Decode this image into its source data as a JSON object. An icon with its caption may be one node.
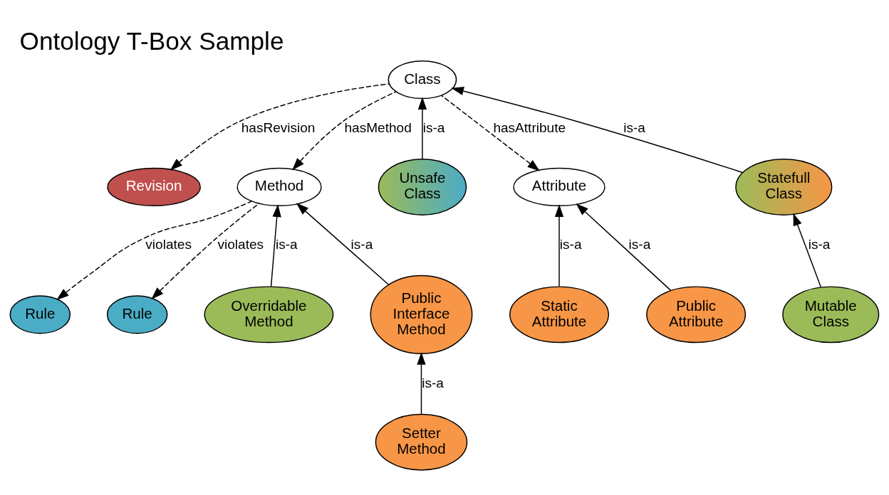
{
  "diagram": {
    "title": "Ontology T-Box Sample",
    "nodes": [
      {
        "text": [
          "Revision"
        ]
      },
      {
        "text": [
          "Class"
        ]
      },
      {
        "text": [
          "Method"
        ]
      },
      {
        "text": [
          "Rule"
        ]
      },
      {
        "text": [
          "Rule"
        ]
      },
      {
        "text": [
          "Unsafe Class"
        ]
      },
      {
        "text": [
          "Attribute"
        ]
      },
      {
        "text": [
          "Statefull Class"
        ]
      },
      {
        "text": [
          "Overridable Method"
        ]
      },
      {
        "text": [
          "Public Interface Method"
        ]
      },
      {
        "text": [
          "Mutable Class"
        ]
      },
      {
        "text": [
          "Static Attribute"
        ]
      },
      {
        "text": [
          "Public Attribute"
        ]
      },
      {
        "text": [
          "Setter Method"
        ]
      }
    ],
    "edges": [
      {
        "from": 1,
        "to": 0,
        "arrow": "to",
        "label": "hasRevision",
        "style": "dashed"
      },
      {
        "from": 1,
        "to": 2,
        "arrow": "to",
        "label": "hasMethod",
        "style": "dashed"
      },
      {
        "from": 2,
        "to": 3,
        "arrow": "to",
        "label": "violates",
        "style": "dashed"
      },
      {
        "from": 2,
        "to": 4,
        "arrow": "to",
        "label": "violates",
        "style": "dashed"
      },
      {
        "from": 1,
        "to": 6,
        "arrow": "to",
        "label": "hasAttribute",
        "style": "dashed"
      },
      {
        "from": 5,
        "to": 1,
        "arrow": "to",
        "label": "is-a"
      },
      {
        "from": 7,
        "to": 1,
        "arrow": "to",
        "label": "is-a"
      },
      {
        "from": 8,
        "to": 2,
        "arrow": "to",
        "label": "is-a"
      },
      {
        "from": 9,
        "to": 2,
        "arrow": "to",
        "label": "is-a"
      },
      {
        "from": 13,
        "to": 9,
        "arrow": "to",
        "label": "is-a"
      },
      {
        "from": 10,
        "to": 7,
        "arrow": "to",
        "label": "is-a"
      },
      {
        "from": 11,
        "to": 6,
        "arrow": "to",
        "label": "is-a"
      },
      {
        "from": 12,
        "to": 6,
        "arrow": "to",
        "label": "is-a"
      }
    ]
  }
}
